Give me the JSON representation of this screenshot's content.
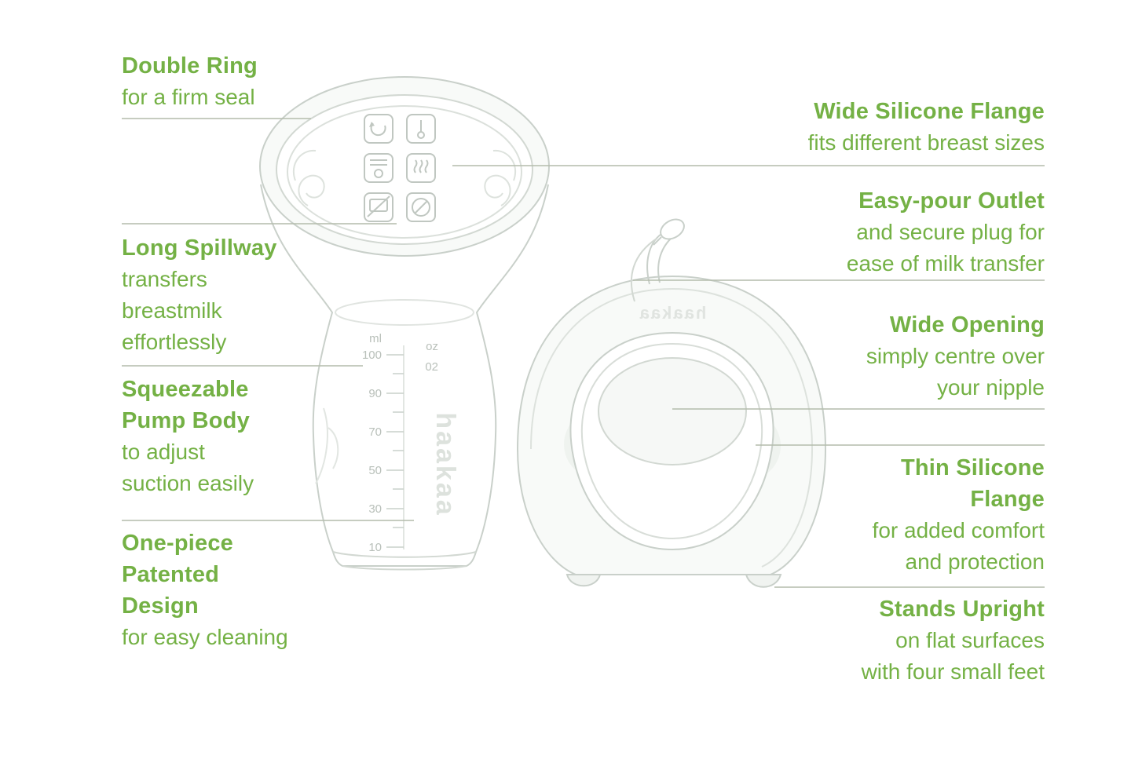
{
  "colors": {
    "accent_green": "#74b145",
    "leader_line": "#b4bcac",
    "product_outline": "#c9d0ca"
  },
  "labels": {
    "left": [
      {
        "title_lines": [
          "Double Ring"
        ],
        "desc_lines": [
          "for a firm seal"
        ]
      },
      {
        "title_lines": [
          "Long Spillway"
        ],
        "desc_lines": [
          "transfers",
          "breastmilk",
          "effortlessly"
        ]
      },
      {
        "title_lines": [
          "Squeezable",
          "Pump Body"
        ],
        "desc_lines": [
          "to adjust",
          "suction easily"
        ]
      },
      {
        "title_lines": [
          "One-piece",
          "Patented",
          "Design"
        ],
        "desc_lines": [
          "for easy cleaning"
        ]
      }
    ],
    "right": [
      {
        "title_lines": [
          "Wide Silicone Flange"
        ],
        "desc_lines": [
          "fits different breast sizes"
        ]
      },
      {
        "title_lines": [
          "Easy-pour Outlet"
        ],
        "desc_lines": [
          "and secure plug for",
          "ease of milk transfer"
        ]
      },
      {
        "title_lines": [
          "Wide Opening"
        ],
        "desc_lines": [
          "simply centre over",
          "your nipple"
        ]
      },
      {
        "title_lines": [
          "Thin Silicone",
          "Flange"
        ],
        "desc_lines": [
          "for added comfort",
          "and protection"
        ]
      },
      {
        "title_lines": [
          "Stands Upright"
        ],
        "desc_lines": [
          "on flat surfaces",
          "with four small feet"
        ]
      }
    ]
  },
  "product": {
    "brand": "haakaa",
    "scale": {
      "unit_ml": "ml",
      "unit_oz": "oz",
      "ml_values": [
        "100",
        "90",
        "70",
        "50",
        "30",
        "10"
      ],
      "oz_value": "02"
    },
    "care_icons": [
      "recycle",
      "temperature-range",
      "dishwasher-safe",
      "steam-sterilise",
      "no-microwave",
      "do-not-boil"
    ]
  }
}
